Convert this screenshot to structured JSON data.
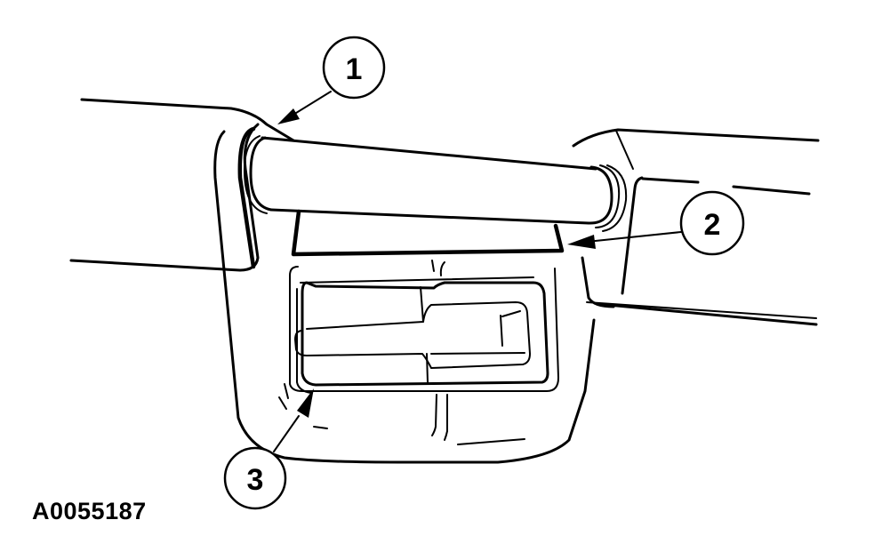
{
  "figure": {
    "id_label": "A0055187",
    "subject": "interior grab handle / door handle assembly line drawing"
  },
  "callouts": [
    {
      "number": "1",
      "target": "grab-handle-bar"
    },
    {
      "number": "2",
      "target": "handle-trim-bezel"
    },
    {
      "number": "3",
      "target": "door-release-handle-recess"
    }
  ],
  "colors": {
    "line": "#000000",
    "background": "#ffffff"
  }
}
